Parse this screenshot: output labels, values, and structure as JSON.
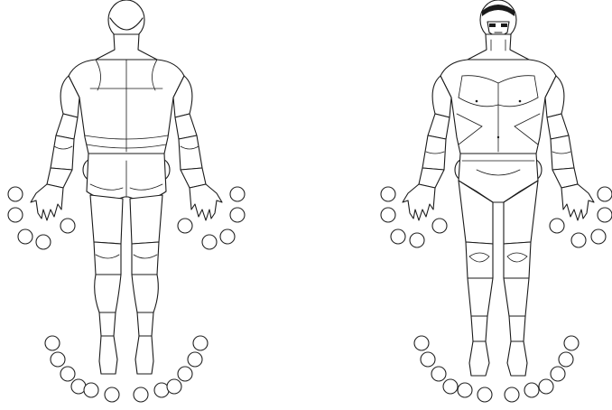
{
  "figures": [
    {
      "name": "back-view-figure",
      "origin": "140,0"
    },
    {
      "name": "front-view-figure",
      "origin": "552,0"
    }
  ],
  "colors": {
    "stroke": "#1a1a1a",
    "background": "#ffffff",
    "marker_fill": "#ffffff"
  }
}
